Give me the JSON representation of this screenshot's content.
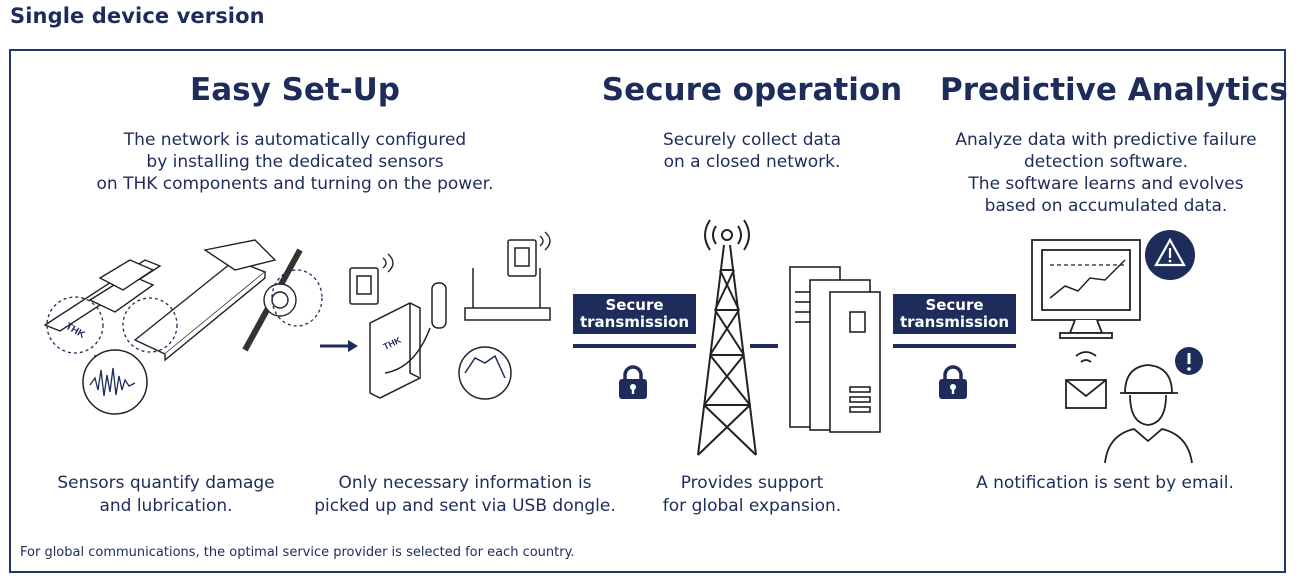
{
  "page_title": "Single device version",
  "sections": {
    "setup": {
      "title": "Easy Set-Up",
      "desc": [
        "The network is automatically configured",
        "by installing the dedicated sensors",
        "on THK components and turning on the power."
      ],
      "caption_left": [
        "Sensors quantify damage",
        "and lubrication."
      ],
      "caption_right": [
        "Only necessary information is",
        "picked up and sent via USB dongle."
      ]
    },
    "secure": {
      "title": "Secure operation",
      "desc": [
        "Securely collect data",
        "on a closed network."
      ],
      "caption": [
        "Provides support",
        "for global expansion."
      ]
    },
    "predictive": {
      "title": "Predictive Analytics",
      "desc": [
        "Analyze data with predictive failure",
        "detection software.",
        "The software learns and evolves",
        "based on accumulated data."
      ],
      "caption": [
        "A notification is sent by email."
      ]
    }
  },
  "transmission": {
    "label_line1": "Secure",
    "label_line2": "transmission"
  },
  "logo_text": "THK",
  "footnote": "For global communications, the optimal service provider is selected for each country.",
  "colors": {
    "navy": "#1d2c5a",
    "frame": "#27356b"
  },
  "icons": [
    "lock-icon",
    "warning-icon",
    "exclamation-icon",
    "email-icon",
    "tower-icon",
    "server-icon",
    "router-icon",
    "monitor-icon",
    "worker-icon"
  ]
}
